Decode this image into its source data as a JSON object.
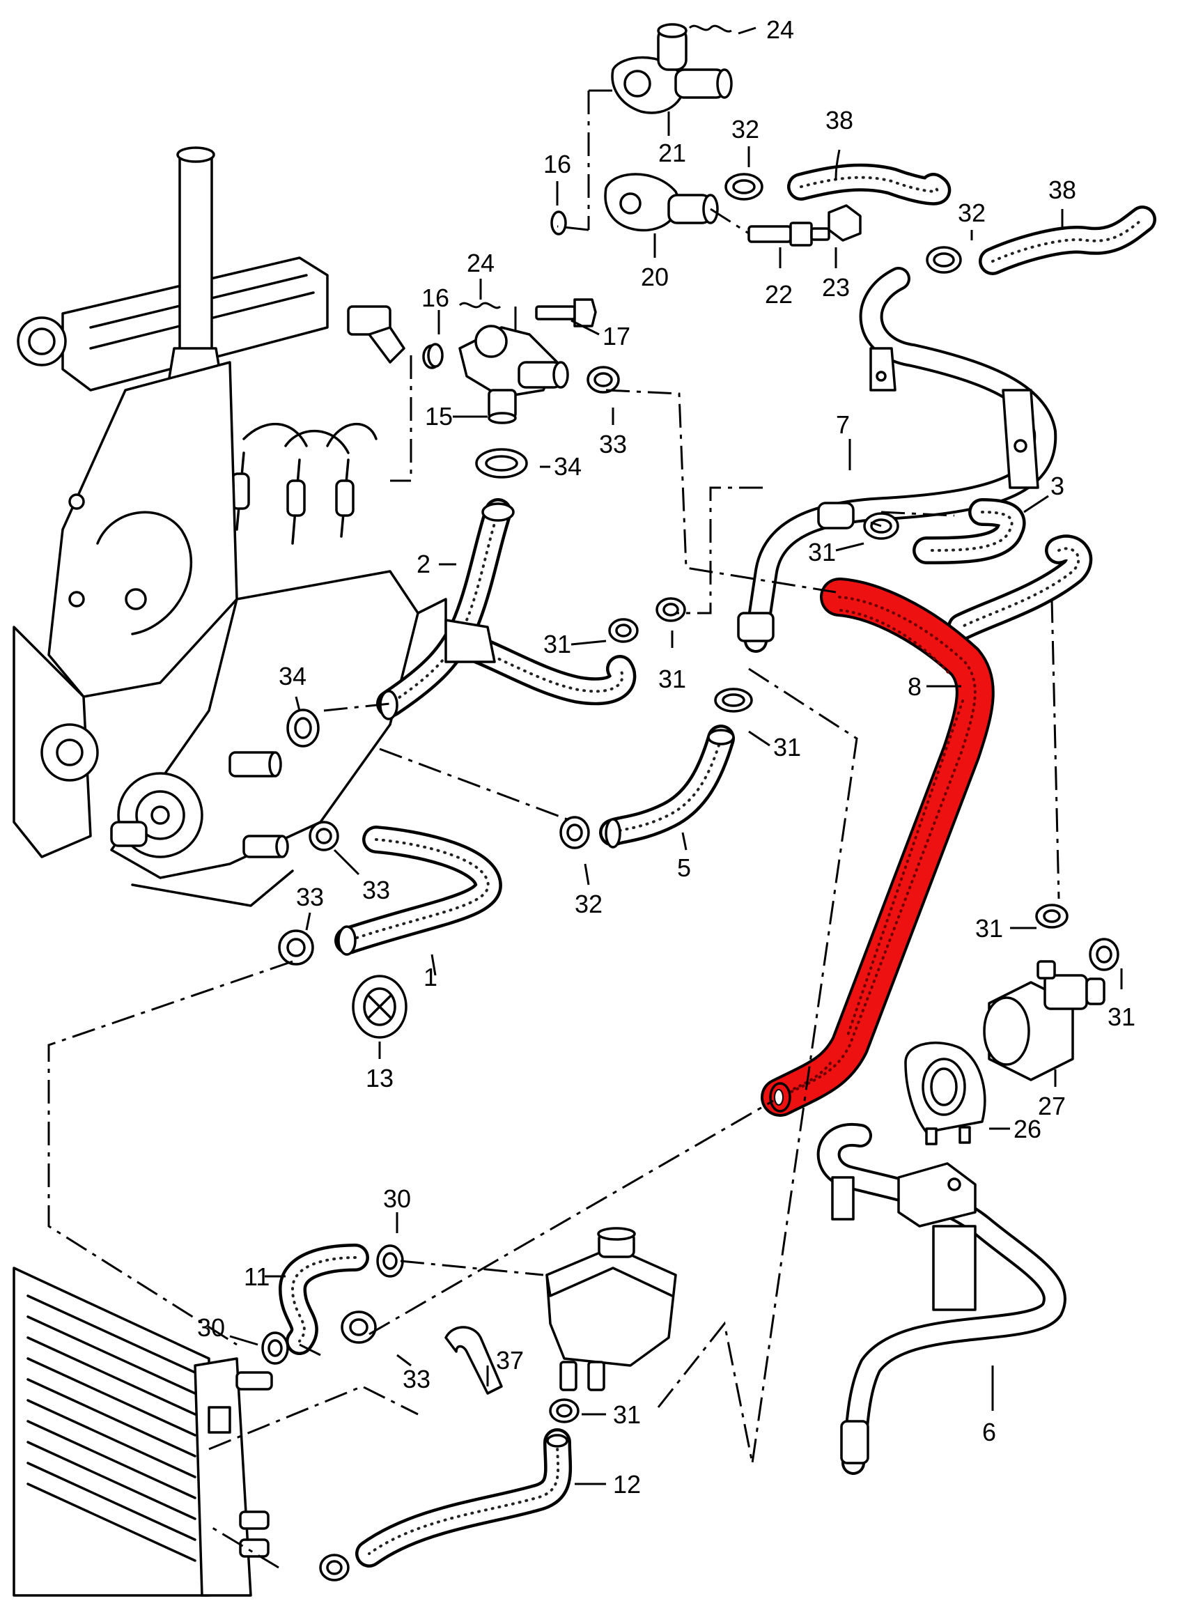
{
  "diagram": {
    "highlight_color": "#ee1111",
    "highlighted_part": "8",
    "callouts": [
      {
        "id": "c24a",
        "text": "24"
      },
      {
        "id": "c21",
        "text": "21"
      },
      {
        "id": "c32a",
        "text": "32"
      },
      {
        "id": "c38a",
        "text": "38"
      },
      {
        "id": "c16a",
        "text": "16"
      },
      {
        "id": "c38b",
        "text": "38"
      },
      {
        "id": "c32b",
        "text": "32"
      },
      {
        "id": "c20",
        "text": "20"
      },
      {
        "id": "c22",
        "text": "22"
      },
      {
        "id": "c23",
        "text": "23"
      },
      {
        "id": "c24b",
        "text": "24"
      },
      {
        "id": "c16b",
        "text": "16"
      },
      {
        "id": "c17",
        "text": "17"
      },
      {
        "id": "c15",
        "text": "15"
      },
      {
        "id": "c33a",
        "text": "33"
      },
      {
        "id": "c7",
        "text": "7"
      },
      {
        "id": "c34a",
        "text": "34"
      },
      {
        "id": "c3",
        "text": "3"
      },
      {
        "id": "c2",
        "text": "2"
      },
      {
        "id": "c31a",
        "text": "31"
      },
      {
        "id": "c31b",
        "text": "31"
      },
      {
        "id": "c31c",
        "text": "31"
      },
      {
        "id": "c8",
        "text": "8"
      },
      {
        "id": "c34b",
        "text": "34"
      },
      {
        "id": "c31d",
        "text": "31"
      },
      {
        "id": "c5",
        "text": "5"
      },
      {
        "id": "c33b",
        "text": "33"
      },
      {
        "id": "c33c",
        "text": "33"
      },
      {
        "id": "c32c",
        "text": "32"
      },
      {
        "id": "c1",
        "text": "1"
      },
      {
        "id": "c31e",
        "text": "31"
      },
      {
        "id": "c31f",
        "text": "31"
      },
      {
        "id": "c13",
        "text": "13"
      },
      {
        "id": "c27",
        "text": "27"
      },
      {
        "id": "c26",
        "text": "26"
      },
      {
        "id": "c30a",
        "text": "30"
      },
      {
        "id": "c11",
        "text": "11"
      },
      {
        "id": "c30b",
        "text": "30"
      },
      {
        "id": "c37",
        "text": "37"
      },
      {
        "id": "c33d",
        "text": "33"
      },
      {
        "id": "c31g",
        "text": "31"
      },
      {
        "id": "c6",
        "text": "6"
      },
      {
        "id": "c12",
        "text": "12"
      }
    ]
  }
}
